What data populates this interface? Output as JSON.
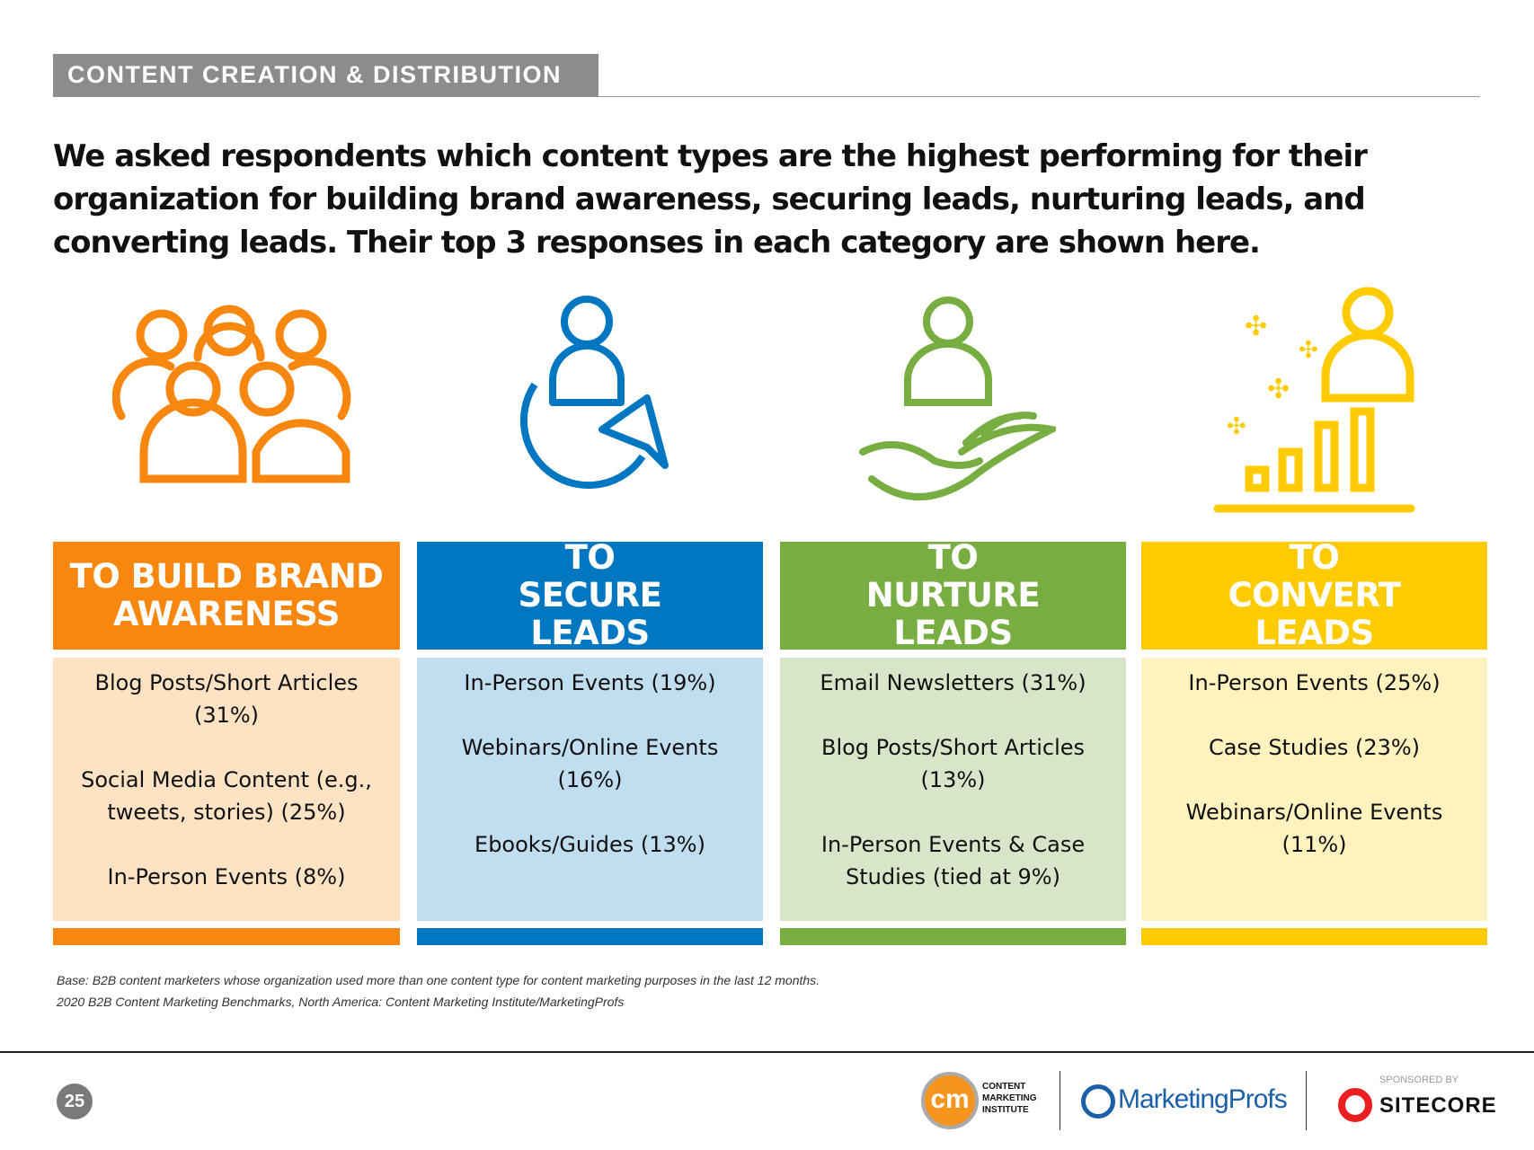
{
  "section_title": "CONTENT CREATION & DISTRIBUTION",
  "intro": "We asked respondents which content types are the highest performing for their organization for building brand awareness, securing leads, nurturing leads, and converting leads. Their top 3 responses in each category are shown here.",
  "columns": [
    {
      "heading": "TO BUILD BRAND AWARENESS",
      "icon": "group-people-icon",
      "color": "#f7870f",
      "light": "#fde2c4",
      "items": [
        "Blog Posts/Short Articles (31%)",
        "Social Media Content (e.g., tweets, stories) (25%)",
        "In-Person Events (8%)"
      ]
    },
    {
      "heading": "TO SECURE LEADS",
      "icon": "person-capture-arrow-icon",
      "color": "#0077c0",
      "light": "#c1ddf0",
      "items": [
        "In-Person Events (19%)",
        "Webinars/Online Events (16%)",
        "Ebooks/Guides (13%)"
      ]
    },
    {
      "heading": "TO NURTURE LEADS",
      "icon": "person-in-hand-icon",
      "color": "#77ad41",
      "light": "#d9e5c9",
      "items": [
        "Email Newsletters (31%)",
        "Blog Posts/Short Articles (13%)",
        "In-Person Events & Case Studies (tied at 9%)"
      ]
    },
    {
      "heading": "TO CONVERT LEADS",
      "icon": "person-growth-chart-icon",
      "color": "#fecb00",
      "light": "#fff2be",
      "items": [
        "In-Person Events (25%)",
        "Case Studies (23%)",
        "Webinars/Online Events (11%)"
      ]
    }
  ],
  "footnotes": [
    "Base: B2B content marketers whose organization used more than one content type for content marketing purposes in the last 12 months.",
    "2020 B2B Content Marketing Benchmarks, North America: Content Marketing Institute/MarketingProfs"
  ],
  "footer": {
    "page": "25",
    "cmi_logo": "CONTENT MARKETING INSTITUTE",
    "mp_logo": "MarketingProfs",
    "sponsored": "SPONSORED BY",
    "sitecore": "SITECORE"
  }
}
